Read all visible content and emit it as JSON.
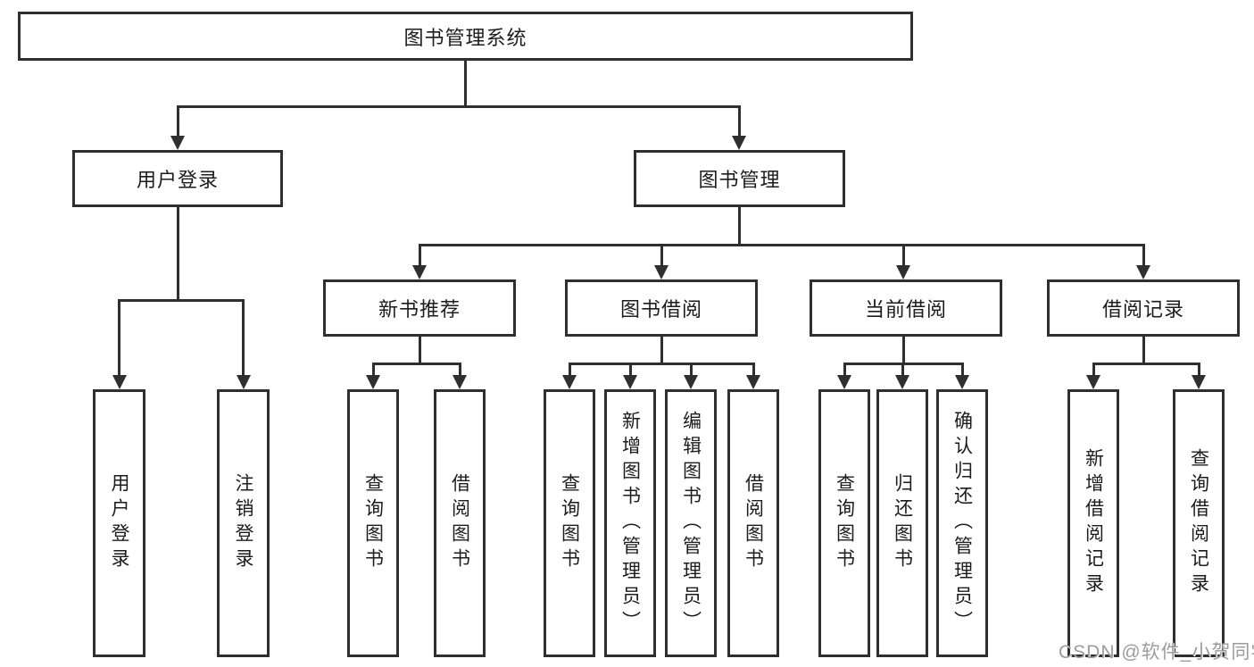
{
  "root": {
    "label": "图书管理系统"
  },
  "level2": {
    "user_login": "用户登录",
    "book_mgmt": "图书管理"
  },
  "level3": {
    "new_books": "新书推荐",
    "borrowing": "图书借阅",
    "current": "当前借阅",
    "records": "借阅记录"
  },
  "leaves": {
    "user_login": "用户登录",
    "logout": "注销登录",
    "nb_query": "查询图书",
    "nb_borrow": "借阅图书",
    "bw_query": "查询图书",
    "bw_add": "新增图书（管理员）",
    "bw_edit": "编辑图书（管理员）",
    "bw_borrow": "借阅图书",
    "cur_query": "查询图书",
    "cur_return": "归还图书",
    "cur_confirm": "确认归还（管理员）",
    "rec_add": "新增借阅记录",
    "rec_query": "查询借阅记录"
  },
  "watermark": "CSDN @软件_小贺同学",
  "colors": {
    "line": "#2f2f2f",
    "text": "#1c1c1c",
    "watermark": "#9c9c9c",
    "background": "#ffffff"
  }
}
